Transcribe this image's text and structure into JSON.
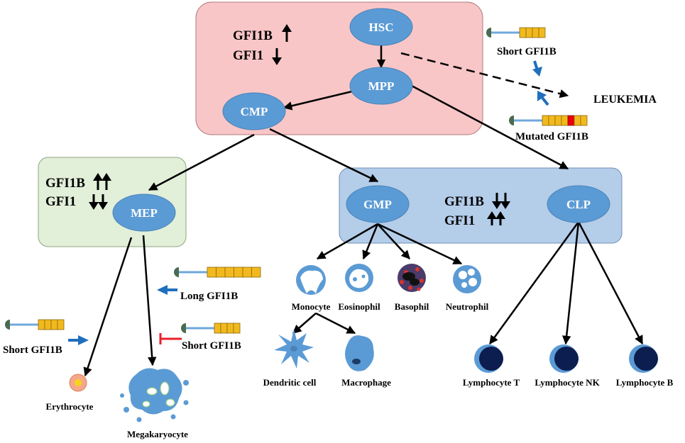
{
  "colors": {
    "stem_box": "#f9c6c7",
    "stem_border": "#b07a7b",
    "mep_box": "#e2efd9",
    "mep_border": "#8ea57d",
    "gmp_box": "#b4cde9",
    "gmp_border": "#6f8fb5",
    "node_fill": "#5b9bd5",
    "node_stroke": "#4a83b8",
    "short_arrow": "#1f6fbd",
    "inhibit": "#e8202a",
    "domain_box": "#f2b91e",
    "mutation": "#e8000c",
    "cap": "#4a6b50",
    "tail": "#6fa8dc",
    "lymph_dark": "#0c1d4f",
    "lymph_light": "#5b9bd5"
  },
  "nodes": {
    "hsc": "HSC",
    "mpp": "MPP",
    "cmp": "CMP",
    "mep": "MEP",
    "gmp": "GMP",
    "clp": "CLP"
  },
  "expression": {
    "stem_gfi1b": "GFI1B",
    "stem_gfi1": "GFI1",
    "stem_gfi1b_trend": "up",
    "stem_gfi1_trend": "down",
    "mep_gfi1b": "GFI1B",
    "mep_gfi1": "GFI1",
    "mep_gfi1b_trend": "up-up",
    "mep_gfi1_trend": "down-down",
    "gmp_gfi1b": "GFI1B",
    "gmp_gfi1": "GFI1",
    "gmp_gfi1b_trend": "down-down",
    "gmp_gfi1_trend": "up-up"
  },
  "isoforms": {
    "short_top": "Short GFI1B",
    "mutated": "Mutated GFI1B",
    "leukemia": "LEUKEMIA",
    "long": "Long GFI1B",
    "short_middle": "Short GFI1B",
    "short_left": "Short GFI1B"
  },
  "cells": {
    "erythrocyte": "Erythrocyte",
    "megakaryocyte": "Megakaryocyte",
    "monocyte": "Monocyte",
    "eosinophil": "Eosinophil",
    "basophil": "Basophil",
    "neutrophil": "Neutrophil",
    "dendritic": "Dendritic cell",
    "macrophage": "Macrophage",
    "lymph_t": "Lymphocyte T",
    "lymph_nk": "Lymphocyte NK",
    "lymph_b": "Lymphocyte B"
  }
}
